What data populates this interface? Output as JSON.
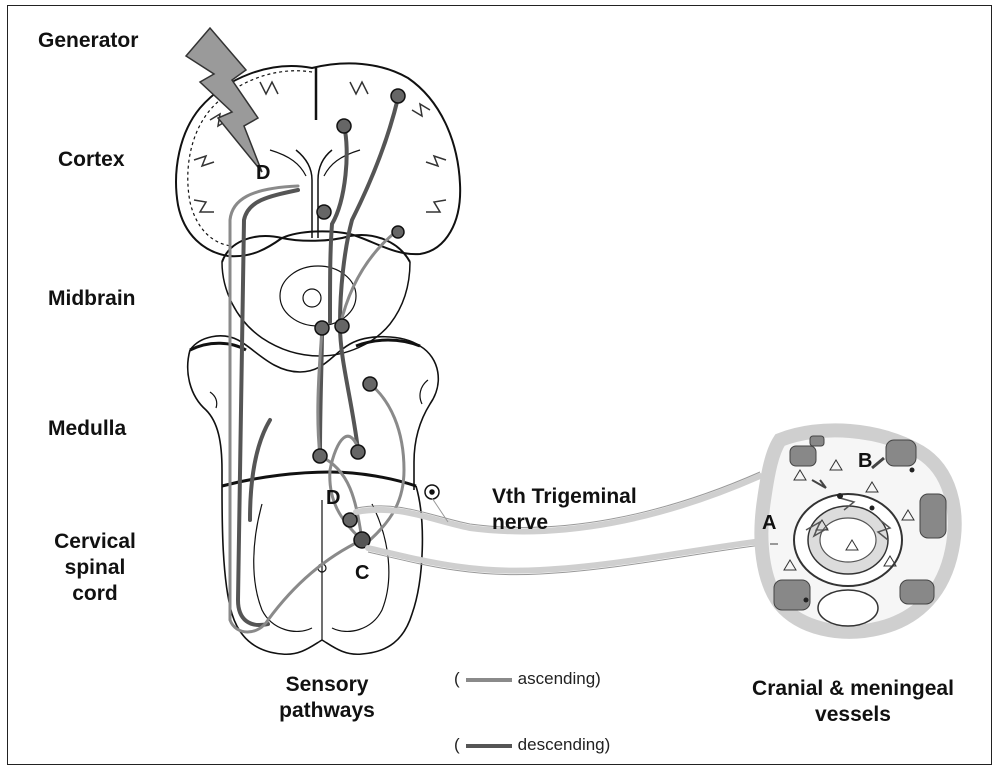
{
  "labels": {
    "generator": "Generator",
    "cortex": "Cortex",
    "midbrain": "Midbrain",
    "medulla": "Medulla",
    "cervical_line1": "Cervical",
    "cervical_line2": "spinal",
    "cervical_line3": "cord",
    "trigeminal_line1": "Vth Trigeminal",
    "trigeminal_line2": "nerve",
    "sensory_line1": "Sensory",
    "sensory_line2": "pathways",
    "vessels_line1": "Cranial & meningeal",
    "vessels_line2": "vessels"
  },
  "markers": {
    "d_cortex": "D",
    "d_spinal": "D",
    "c_spinal": "C",
    "a_vessel": "A",
    "b_vessel": "B"
  },
  "legend": {
    "ascending": {
      "open": "(",
      "text": "ascending)",
      "color": "#8a8a8a"
    },
    "descending": {
      "open": "(",
      "text": "descending)",
      "color": "#555555"
    }
  },
  "colors": {
    "ascending": "#8a8a8a",
    "descending": "#555555",
    "nerve": "#cfcfcf",
    "outline": "#111111",
    "generator": "#9a9a9a"
  }
}
